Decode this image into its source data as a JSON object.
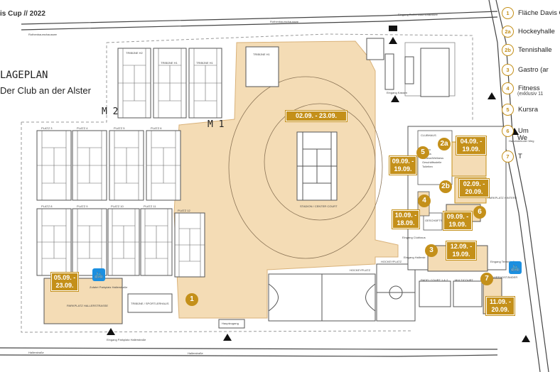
{
  "header": {
    "event_title": "is Cup // 2022",
    "plan_title": "LAGEPLAN",
    "club_name": "Der Club an der Alster"
  },
  "zones": {
    "m1": "M 1",
    "m2": "M 2"
  },
  "colors": {
    "venue_fill": "#f4dcb5",
    "accent": "#c4901a",
    "bike": "#1b8fe0"
  },
  "courts_top": [
    "TRIBÜNE H2",
    "TRIBÜNE H1",
    "TRIBÜNE H1",
    "TRIBÜNE H1"
  ],
  "courts_row1": [
    "PLATZ 3",
    "PLATZ 4",
    "PLATZ 5",
    "PLATZ 6"
  ],
  "courts_row2": [
    "PLATZ 8",
    "PLATZ 9",
    "PLATZ 10",
    "PLATZ 11",
    "PLATZ 12"
  ],
  "labels": {
    "stadium": "STADION / CENTER COURT",
    "clubhaus": "CLUBHAUS",
    "clubhaus_items": [
      "Gastro",
      "Fitness",
      "Fitness/Wellness",
      "Geschäftsstelle",
      "Toiletten"
    ],
    "parkplatz_hintere": "PARKPLATZ HINTERE",
    "parkplatz_hallig": "PARKPLATZ HALLERSTRASSE",
    "geschaeft": "GESCHÄFTS STELLE",
    "hockeyplatz": "HOCKEYPLATZ",
    "hockeyplatz2": "HOCKEYPLATZ",
    "padel": "PADEL COURT 1 & 2",
    "multicourt": "MULTICOURT",
    "tribune_sport": "TRIBÜNE / SPORTLERHAUS",
    "fahrrad": "FAHRRADSTÄNDER",
    "eingang_main": "Hauptzugang",
    "eingang_club": "Eingang Clubhaus",
    "eingang_hallig": "Eingang Hallerstr.",
    "eingang_tennishalle": "Eingang Tennishalle",
    "eingang_rothenb": "Eingang Rothenbaumchaussee",
    "eingang_zufahrt": "Zufahrt Parkplatz Hallerstraße",
    "eingang_parkplatz": "Eingang Parkplatz Hallerstraße",
    "kassen": "Eingang Kassen",
    "street_top": "Rothenbaumchaussee",
    "street_bottom": "Hallerstraße",
    "street_right": "Harvestehuder Weg"
  },
  "dates": {
    "center": [
      "02.09. - 23.09."
    ],
    "d2a": [
      "04.09. -",
      "19.09."
    ],
    "d5": [
      "09.09. -",
      "19.09."
    ],
    "d2b": [
      "02.09. -",
      "20.09."
    ],
    "d4": [
      "10.09. -",
      "18.09."
    ],
    "d6": [
      "09.09. -",
      "19.09."
    ],
    "d3": [
      "12.09. -",
      "19.09."
    ],
    "dpark": [
      "05.09. -",
      "23.09."
    ],
    "d7": [
      "11.09. -",
      "20.09."
    ]
  },
  "markers": {
    "n1": "1",
    "n2a": "2a",
    "n2b": "2b",
    "n3": "3",
    "n4": "4",
    "n5": "5",
    "n6": "6",
    "n7": "7"
  },
  "legend": [
    {
      "num": "1",
      "text": "Fläche Davis C"
    },
    {
      "num": "2a",
      "text": "Hockeyhalle"
    },
    {
      "num": "2b",
      "text": "Tennishalle"
    },
    {
      "num": "3",
      "text": "Gastro (ar"
    },
    {
      "num": "4",
      "text": "Fitness",
      "sub": "(exklusiv 11"
    },
    {
      "num": "5",
      "text": "Kursra"
    },
    {
      "num": "6",
      "text": "Um",
      "sub2": "We"
    },
    {
      "num": "7",
      "text": "T"
    }
  ]
}
